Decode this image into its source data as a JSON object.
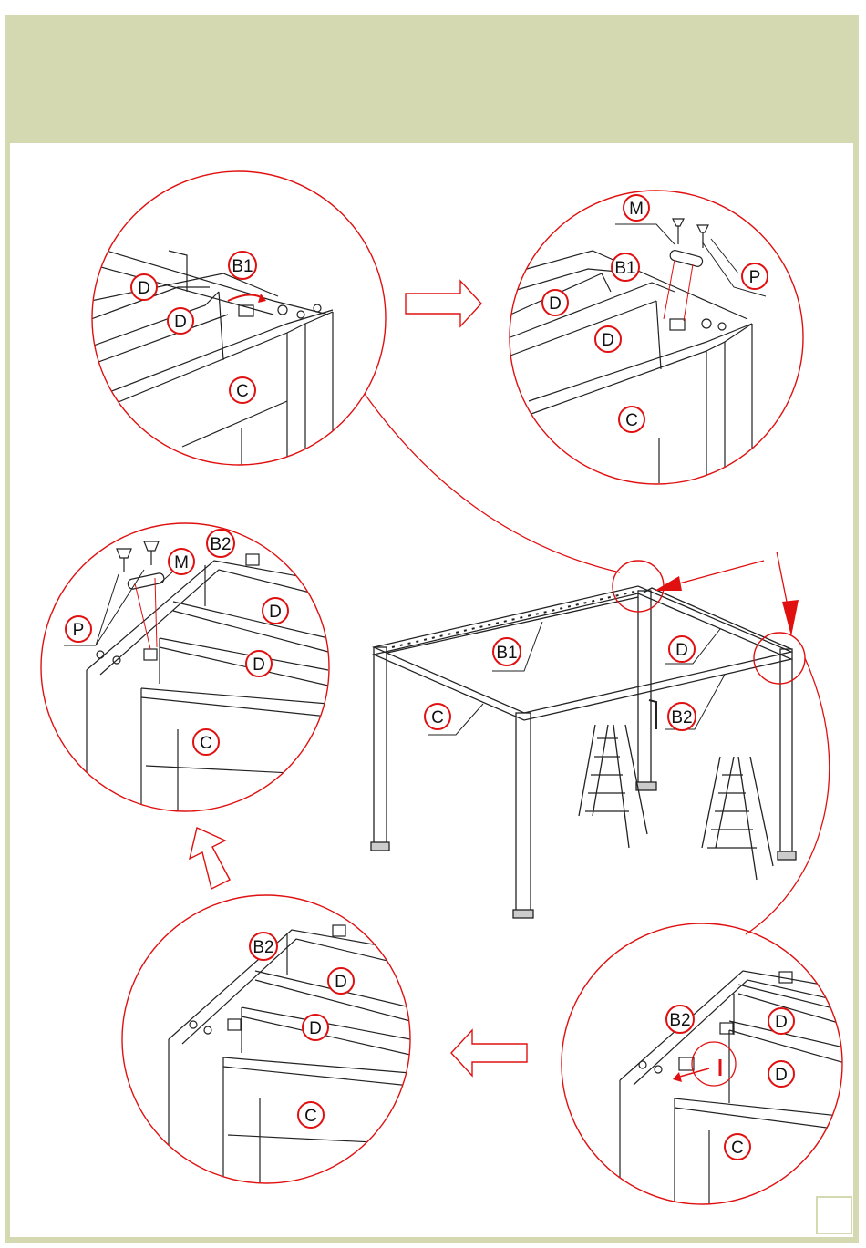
{
  "header": {
    "bg_color": "#d4d9b2"
  },
  "accent_color": "#e01010",
  "page_number": "",
  "labels": {
    "B1": "B1",
    "B2": "B2",
    "C": "C",
    "D": "D",
    "M": "M",
    "P": "P"
  }
}
